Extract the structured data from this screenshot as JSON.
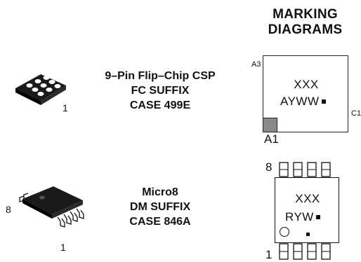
{
  "heading": {
    "line1": "MARKING",
    "line2": "DIAGRAMS"
  },
  "package1": {
    "title_line1": "9–Pin Flip–Chip CSP",
    "title_line2": "FC SUFFIX",
    "title_line3": "CASE 499E",
    "pin1_label": "1",
    "marking": {
      "line1": "XXX",
      "line2": "AYWW",
      "corner_top_left": "A3",
      "corner_bottom_left": "A1",
      "corner_right": "C1"
    }
  },
  "package2": {
    "title_line1": "Micro8",
    "title_line2": "DM SUFFIX",
    "title_line3": "CASE 846A",
    "pin8_label": "8",
    "pin1_label": "1",
    "marking": {
      "line1": "XXX",
      "line2": "RYW",
      "pin8_label": "8",
      "pin1_label": "1"
    }
  }
}
